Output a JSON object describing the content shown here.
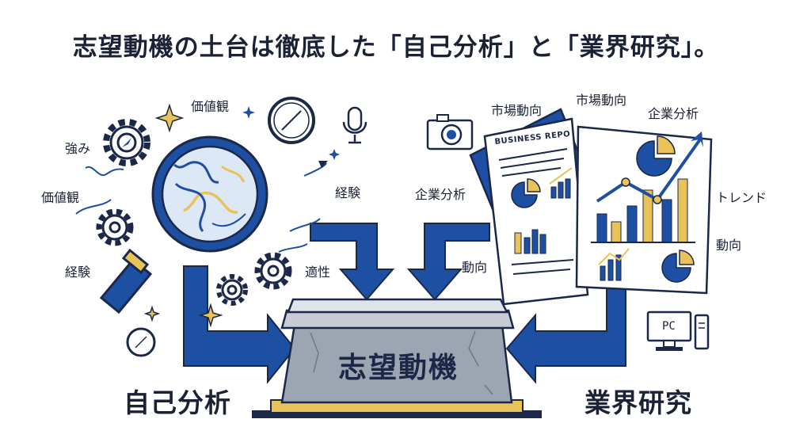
{
  "title": "志望動機の土台は徹底した「自己分析」と「業界研究」。",
  "left_labels": {
    "values_top": "価値観",
    "strengths": "強み",
    "values_left": "価値観",
    "experience_left": "経験",
    "experience_right": "経験",
    "aptitude": "適性"
  },
  "right_labels": {
    "market_trend_1": "市場動向",
    "market_trend_2": "市場動向",
    "company_analysis_top": "企業分析",
    "company_analysis_left": "企業分析",
    "trend": "トレンド",
    "direction_right": "動向",
    "direction_left": "動向"
  },
  "report_title": "BUSINESS REPO",
  "pc_label": "PC",
  "pedestal_label": "志望動機",
  "bottom_left_label": "自己分析",
  "bottom_right_label": "業界研究",
  "colors": {
    "navy": "#1c2848",
    "blue": "#1d4fa3",
    "yellow": "#e9c35a",
    "stone": "#9ea5b2",
    "stone_light": "#c6cbd4"
  },
  "icons": [
    "gear-icon",
    "compass-icon",
    "magnifier-icon",
    "microphone-icon",
    "camera-icon",
    "sparkle-icon",
    "pc-icon",
    "report-icon",
    "chart-icon"
  ]
}
